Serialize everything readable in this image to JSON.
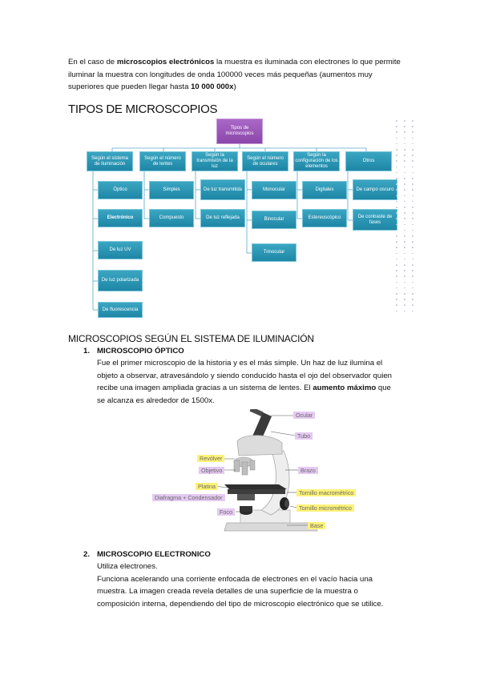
{
  "intro": {
    "t1": "En el caso de ",
    "b1": "microscopios electrónicos",
    "t2": " la muestra es iluminada con electrones lo que permite",
    "line2": "iluminar la muestra con longitudes de onda 100000 veces más pequeñas (aumentos muy",
    "line3a": "superiores que pueden llegar hasta ",
    "line3b": "10 000 000x",
    "line3c": ")"
  },
  "tipos_heading": "TIPOS DE MICROSCOPIOS",
  "diagram": {
    "root": "Tipos de microscopios",
    "categories": [
      {
        "label": "Según el sistema de iluminación",
        "children": [
          "Óptico",
          "Electrónico",
          "De luz UV",
          "De luz polarizada",
          "De fluorescencia"
        ]
      },
      {
        "label": "Según el número de lentes",
        "children": [
          "Simples",
          "Compuesto"
        ]
      },
      {
        "label": "Según la transmisión de la luz",
        "children": [
          "De luz transmitida",
          "De luz reflejada"
        ]
      },
      {
        "label": "Según el número de oculares",
        "children": [
          "Monocular",
          "Binocular",
          "Trinocular"
        ]
      },
      {
        "label": "Según la configuración de los elementos",
        "children": [
          "Digitales",
          "Estereoscópico"
        ]
      },
      {
        "label": "Otros",
        "children": [
          "De campo oscuro",
          "De contraste de fases"
        ]
      }
    ]
  },
  "section2_heading": "MICROSCOPIOS SEGÚN EL SISTEMA DE ILUMINACIÓN",
  "item1": {
    "number": "1.",
    "title": "MICROSCOPIO ÓPTICO",
    "l1": "Fue el primer microscopio de la historia y es el más simple. Un haz de luz ilumina el",
    "l2": "objeto a observar, atravesándolo y siendo conducido hasta el ojo del observador quien",
    "l3a": "recibe una imagen ampliada gracias a un sistema de lentes. El ",
    "l3b": "aumento máximo",
    "l3c": " que",
    "l4": "se alcanza es alrededor de 1500x."
  },
  "microscope_labels": {
    "ocular": "Ocular",
    "tubo": "Tubo",
    "revolver": "Revólver",
    "objetivo": "Objetivo",
    "brazo": "Brazo",
    "platina": "Platina",
    "macro": "Tornillo macrométrico",
    "diafragma": "Diafragma + Condensador",
    "micro": "Tornillo micrométrico",
    "foco": "Foco",
    "base": "Base"
  },
  "item2": {
    "number": "2.",
    "title": "MICROSCOPIO ELECTRONICO",
    "l1": "Utiliza electrones.",
    "l2": "Funciona acelerando una corriente enfocada de electrones en el vacío hacia una",
    "l3": "muestra. La imagen creada revela detalles de una superficie de la muestra o",
    "l4": "composición interna, dependiendo del tipo de microscopio electrónico que se utilice."
  },
  "colors": {
    "node": "#2a93b2",
    "root": "#9a56b8",
    "highlight_yellow": "#fdf278",
    "highlight_violet": "#e5c9f2"
  }
}
